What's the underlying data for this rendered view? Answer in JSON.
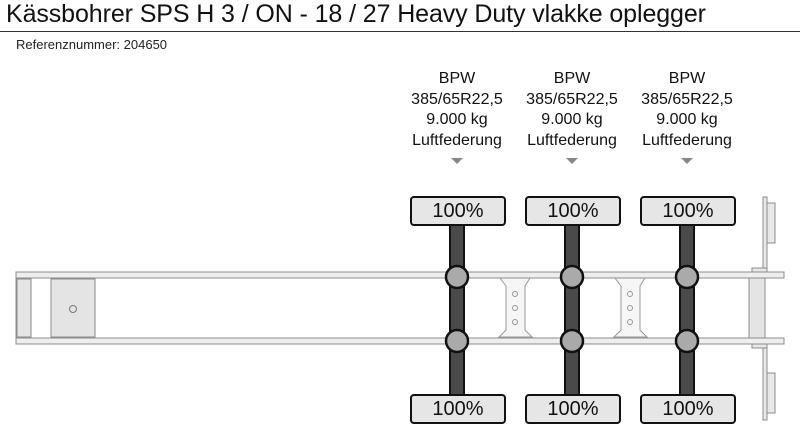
{
  "header": {
    "title": "Kässbohrer SPS H 3 / ON - 18 / 27 Heavy Duty vlakke oplegger",
    "reference_label": "Referenznummer: 204650"
  },
  "axles": [
    {
      "brand": "BPW",
      "tire": "385/65R22,5",
      "load": "9.000 kg",
      "suspension": "Luftfederung",
      "top_percent": "100%",
      "bottom_percent": "100%"
    },
    {
      "brand": "BPW",
      "tire": "385/65R22,5",
      "load": "9.000 kg",
      "suspension": "Luftfederung",
      "top_percent": "100%",
      "bottom_percent": "100%"
    },
    {
      "brand": "BPW",
      "tire": "385/65R22,5",
      "load": "9.000 kg",
      "suspension": "Luftfederung",
      "top_percent": "100%",
      "bottom_percent": "100%"
    }
  ],
  "colors": {
    "axle_bar": "#4a4a4a",
    "joint": "#aaaaaa",
    "frame_fill": "#eeeeee",
    "frame_stroke": "#8c8c8c",
    "label_box": "#e6e6e6",
    "indicator": "#888888"
  }
}
